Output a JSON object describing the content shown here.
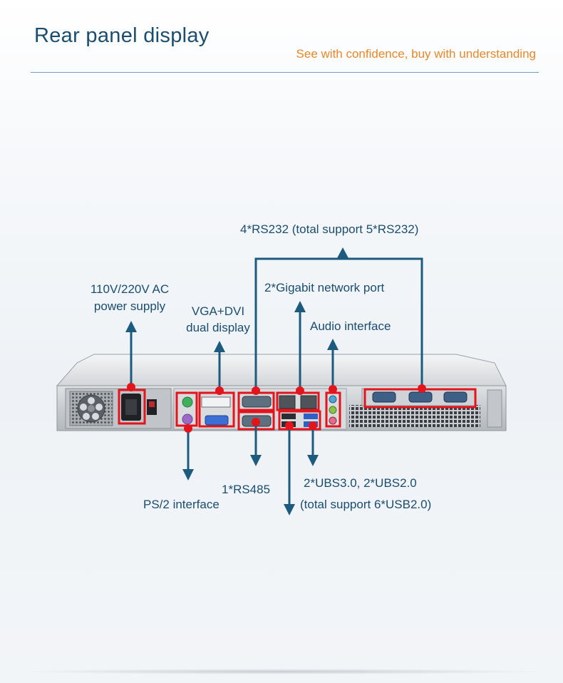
{
  "header": {
    "title": "Rear panel display",
    "subtitle": "See with confidence, buy with understanding"
  },
  "labels": {
    "rs232": "4*RS232 (total support 5*RS232)",
    "power_line1": "110V/220V AC",
    "power_line2": "power supply",
    "gigabit": "2*Gigabit network port",
    "vga_line1": "VGA+DVI",
    "vga_line2": "dual display",
    "audio": "Audio interface",
    "rs485": "1*RS485",
    "usb_line1": "2*UBS3.0, 2*UBS2.0",
    "usb_line2": "(total support 6*USB2.0)",
    "ps2": "PS/2 interface"
  },
  "colors": {
    "accent": "#e8872a",
    "text": "#1b4d6e",
    "arrow": "#1c5a7e",
    "highlight": "#e3141b",
    "chassis": "#c9cdd1"
  }
}
